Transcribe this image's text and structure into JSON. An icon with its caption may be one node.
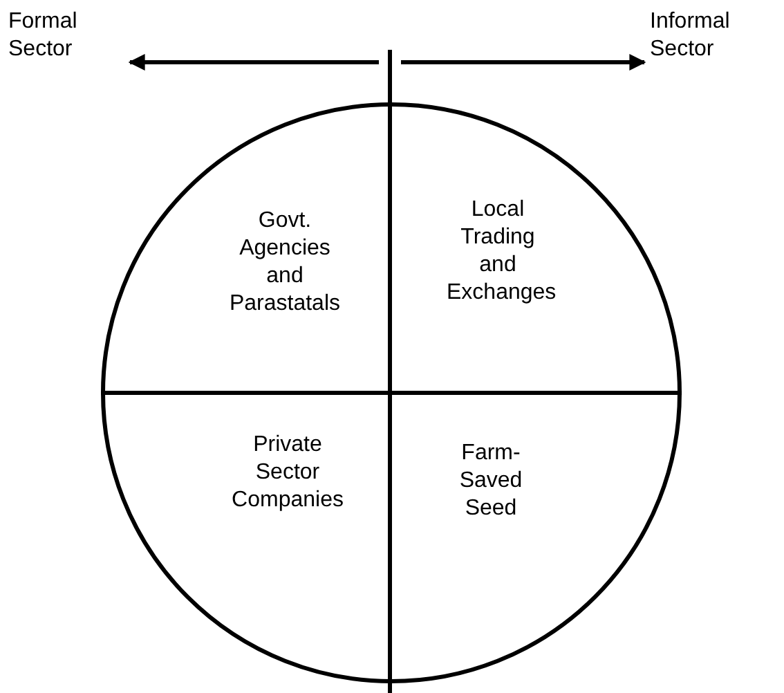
{
  "diagram": {
    "nodes": [
      {
        "text": [
          "Formal Sector"
        ]
      },
      {
        "text": [
          "Informal Sector"
        ]
      },
      {
        "text": [
          "Govt. Agencies and Parastatals",
          "Local Trading and Exchanges",
          "Private Sector Companies",
          "Farm-Saved Seed"
        ]
      }
    ],
    "edges": [
      {
        "from": null,
        "to": 0,
        "arrow": "to"
      },
      {
        "from": null,
        "to": 1,
        "arrow": "to"
      }
    ]
  }
}
